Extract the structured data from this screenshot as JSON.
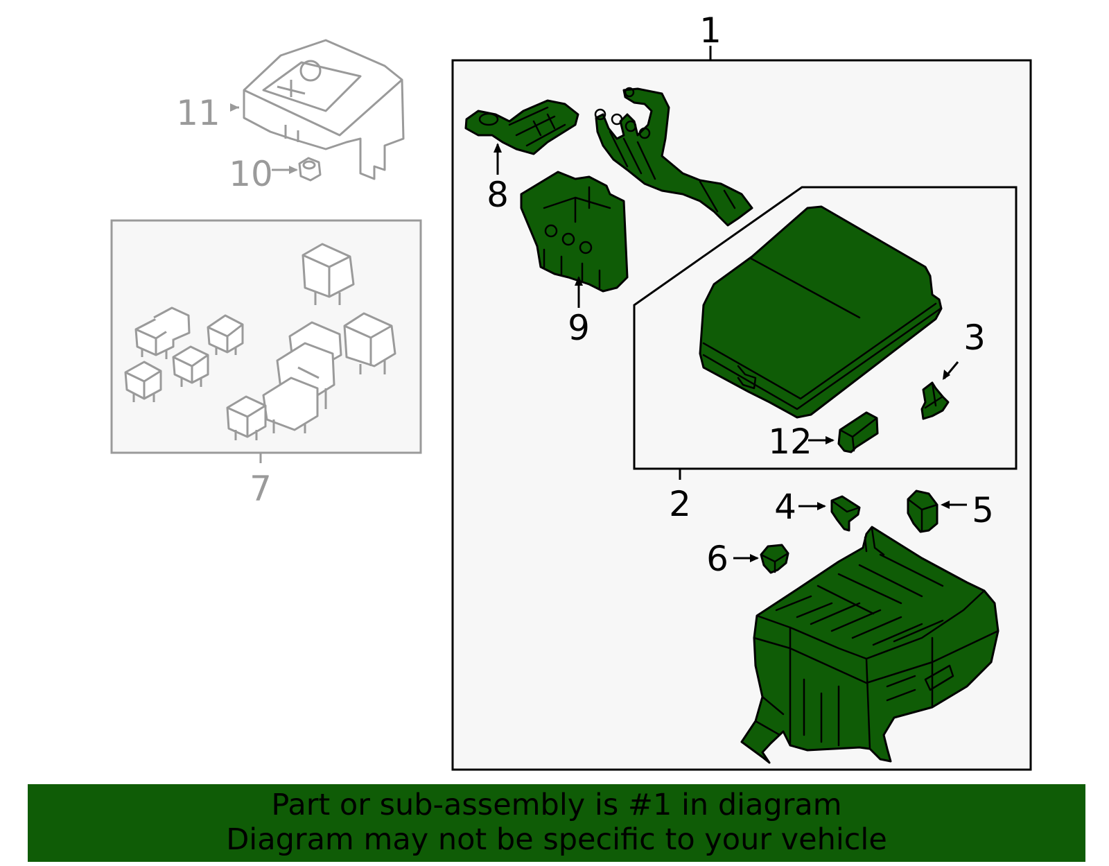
{
  "callouts": {
    "c1": "1",
    "c2": "2",
    "c3": "3",
    "c4": "4",
    "c5": "5",
    "c6": "6",
    "c7": "7",
    "c8": "8",
    "c9": "9",
    "c10": "10",
    "c11": "11",
    "c12": "12"
  },
  "banner": {
    "line1": "Part or sub-assembly is #1 in diagram",
    "line2": "Diagram may not be specific to your vehicle"
  },
  "colors": {
    "part_fill": "#0f5c06",
    "banner_bg": "#0f5c06",
    "panel_bg": "#f7f7f7",
    "ghost": "#9a9a9a"
  }
}
